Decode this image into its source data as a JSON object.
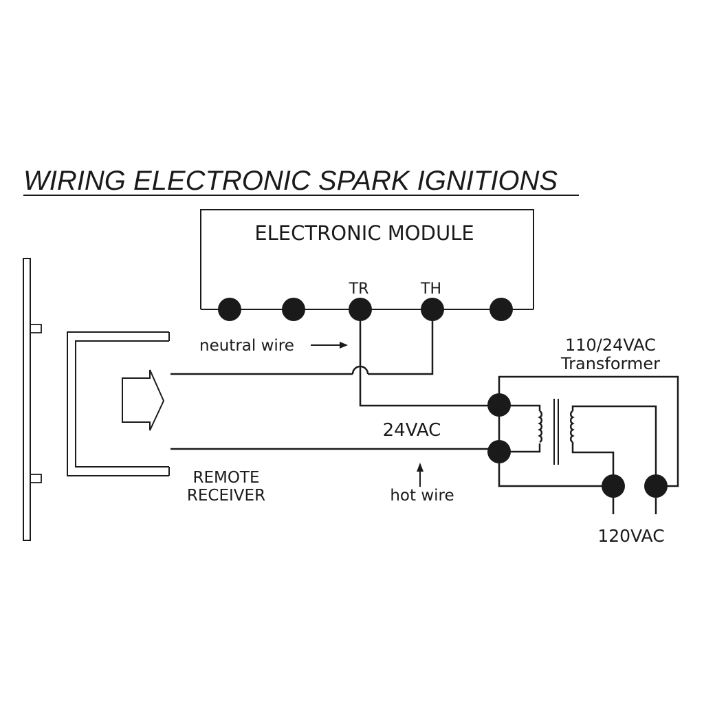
{
  "title": "WIRING ELECTRONIC SPARK IGNITIONS",
  "module": {
    "label": "ELECTRONIC MODULE",
    "tr_label": "TR",
    "th_label": "TH"
  },
  "transformer": {
    "label_line1": "110/24VAC",
    "label_line2": "Transformer"
  },
  "labels": {
    "neutral_wire": "neutral wire",
    "voltage_24": "24VAC",
    "hot_wire": "hot wire",
    "remote_line1": "REMOTE",
    "remote_line2": "RECEIVER",
    "voltage_120": "120VAC"
  },
  "colors": {
    "ink": "#1a1a1a",
    "background": "#ffffff"
  }
}
